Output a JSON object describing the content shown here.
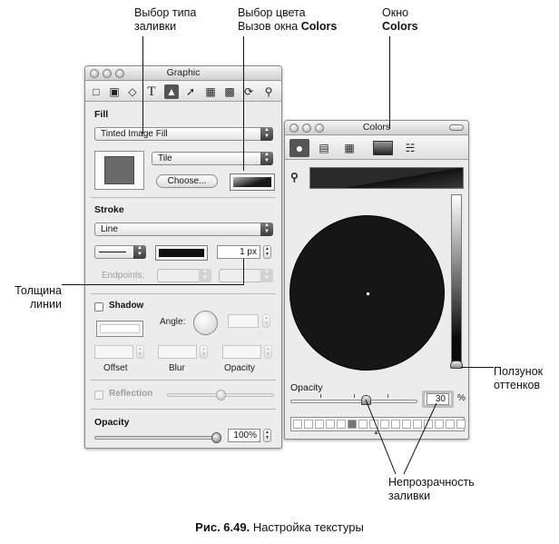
{
  "callouts": {
    "fill_type": [
      "Выбор типа",
      "заливки"
    ],
    "color_pick_1": "Выбор цвета",
    "color_pick_2_prefix": "Вызов окна ",
    "color_pick_2_bold": "Colors",
    "colors_window_1": "Окно",
    "colors_window_2": "Colors",
    "line_thickness": [
      "Толщина",
      "линии"
    ],
    "hue_slider": [
      "Ползунок",
      "оттенков"
    ],
    "fill_opacity": [
      "Непрозрачность",
      "заливки"
    ]
  },
  "inspector": {
    "title": "Graphic",
    "toolbar_icons": [
      "document-icon",
      "canvas-icon",
      "layout-icon",
      "text-icon",
      "graphic-icon",
      "connection-icon",
      "table-icon",
      "chart-icon",
      "rotation-icon",
      "quicktime-icon"
    ],
    "fill": {
      "heading": "Fill",
      "type_value": "Tinted Image Fill",
      "tile_value": "Tile",
      "choose_label": "Choose..."
    },
    "stroke": {
      "heading": "Stroke",
      "type_value": "Line",
      "width_value": "1 px",
      "endpoints_label": "Endpoints:"
    },
    "shadow": {
      "label": "Shadow",
      "angle_label": "Angle:",
      "offset_label": "Offset",
      "blur_label": "Blur",
      "opacity_label": "Opacity"
    },
    "reflection": {
      "label": "Reflection"
    },
    "opacity": {
      "heading": "Opacity",
      "value": "100%",
      "level": 1.0
    }
  },
  "colors_window": {
    "title": "Colors",
    "mode_icons": [
      "color-wheel-icon",
      "color-sliders-icon",
      "color-palettes-icon",
      "image-palettes-icon",
      "crayons-icon"
    ],
    "opacity_label": "Opacity",
    "opacity_value": "30",
    "opacity_unit": "%",
    "opacity_level": 0.3,
    "brightness_level": 0.0
  },
  "caption": {
    "bold": "Рис. 6.49.",
    "text": " Настройка текстуры"
  }
}
